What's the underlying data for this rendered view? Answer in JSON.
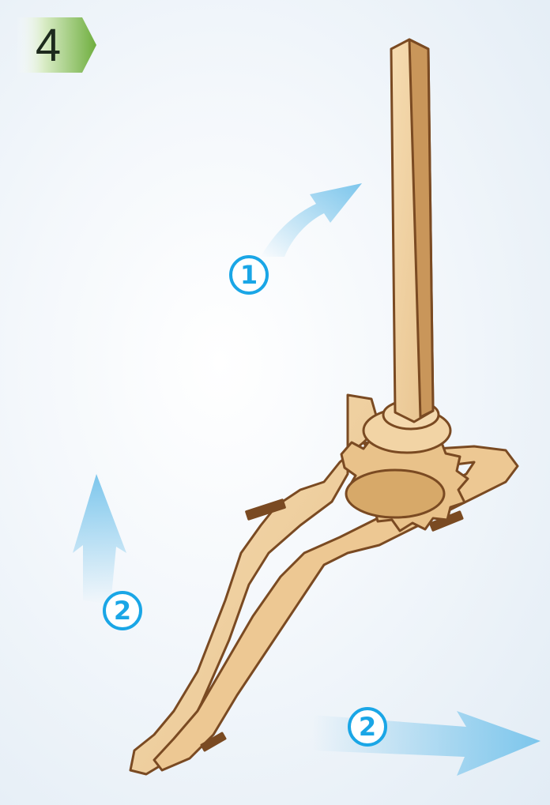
{
  "step": {
    "number": "4"
  },
  "markers": [
    {
      "label": "1"
    },
    {
      "label": "2"
    },
    {
      "label": "2"
    }
  ],
  "colors": {
    "badge_green": "#6fae3f",
    "arrow_blue": "#7cc6ec",
    "marker_blue": "#1aa6e6",
    "wood_face": "#f0cf9e",
    "wood_edge": "#7a4a22"
  }
}
